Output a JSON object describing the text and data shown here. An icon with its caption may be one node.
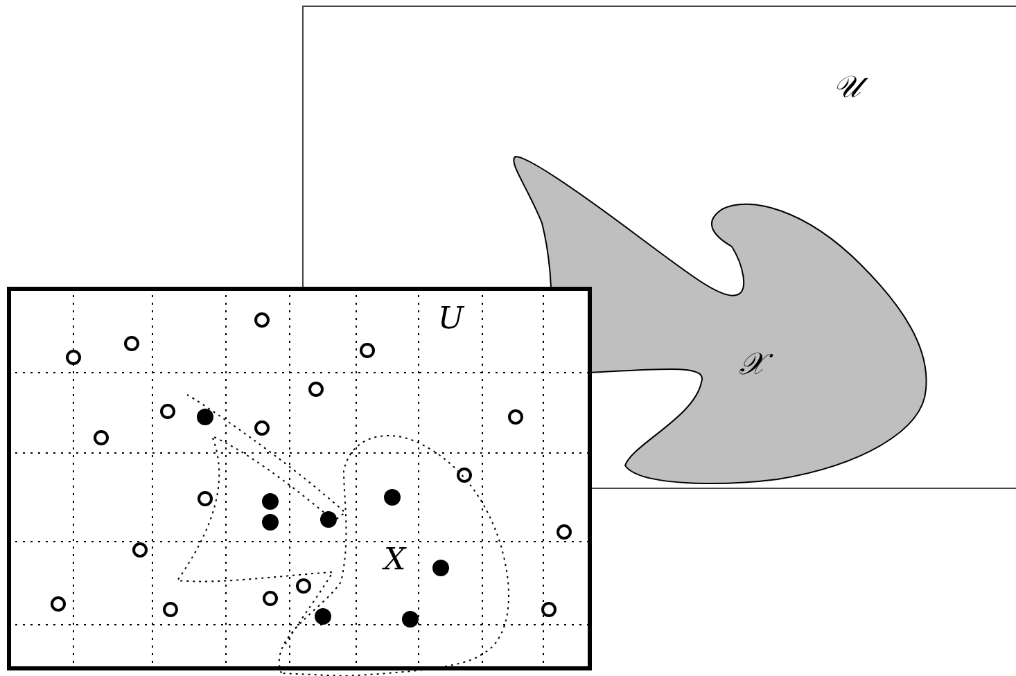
{
  "diagram": {
    "nodes": [
      {
        "text": [
          "𝒰"
        ]
      },
      {
        "text": [
          "𝒳"
        ],
        "in": 0
      },
      {
        "text": [
          "U"
        ]
      },
      {
        "text": [
          "X"
        ],
        "in": 2
      }
    ]
  }
}
